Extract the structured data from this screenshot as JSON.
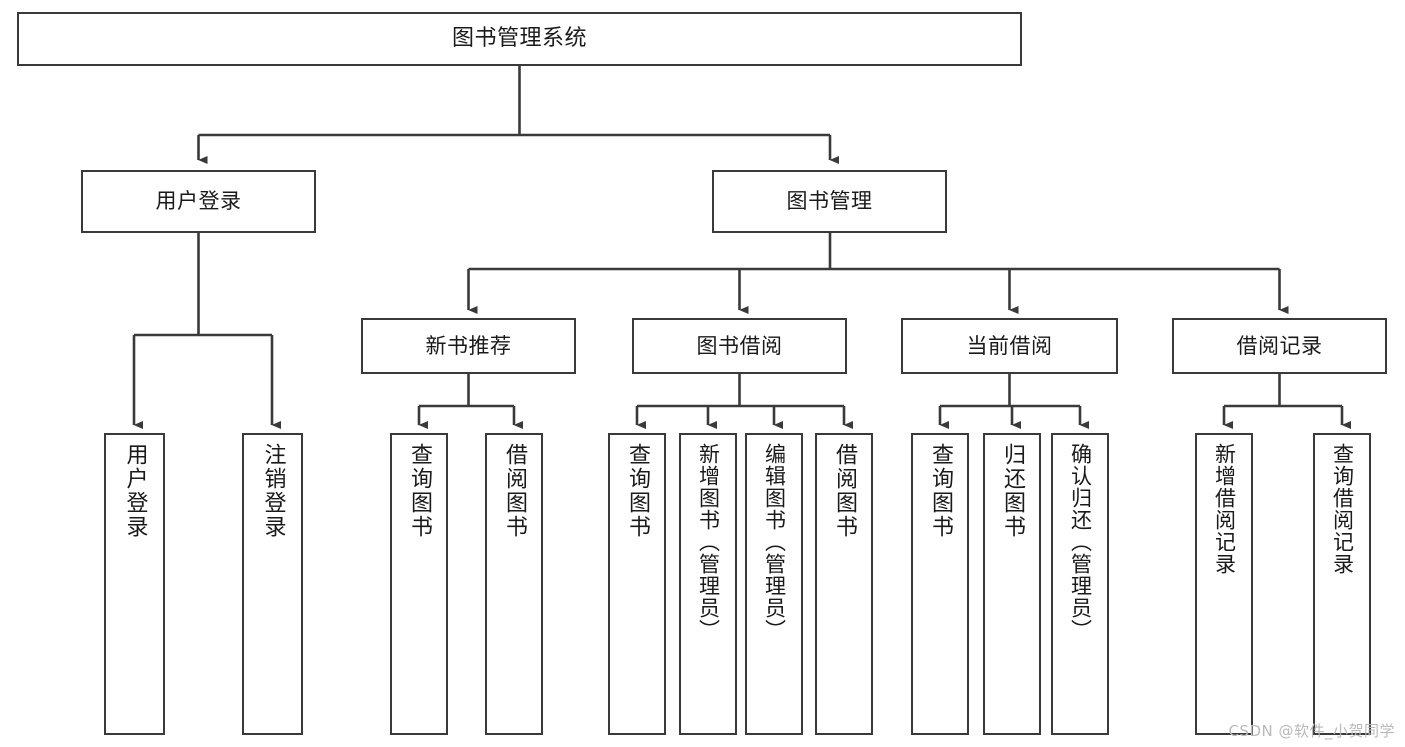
{
  "diagram": {
    "title": "图书管理系统",
    "watermark": "CSDN @软件_小贺同学",
    "stroke_color": "#3a3a3a",
    "background_color": "#ffffff",
    "text_color": "#1a1a1a",
    "levels": {
      "root": {
        "label": "图书管理系统"
      },
      "level2": [
        {
          "label": "用户登录"
        },
        {
          "label": "图书管理"
        }
      ],
      "level3": [
        {
          "label": "新书推荐"
        },
        {
          "label": "图书借阅"
        },
        {
          "label": "当前借阅"
        },
        {
          "label": "借阅记录"
        }
      ],
      "leaves": {
        "user_login": [
          {
            "label": "用户登录"
          },
          {
            "label": "注销登录"
          }
        ],
        "new_book_recommend": [
          {
            "label": "查询图书"
          },
          {
            "label": "借阅图书"
          }
        ],
        "book_borrow": [
          {
            "label": "查询图书"
          },
          {
            "label": "新增图书（管理员）"
          },
          {
            "label": "编辑图书（管理员）"
          },
          {
            "label": "借阅图书"
          }
        ],
        "current_borrow": [
          {
            "label": "查询图书"
          },
          {
            "label": "归还图书"
          },
          {
            "label": "确认归还（管理员）"
          }
        ],
        "borrow_record": [
          {
            "label": "新增借阅记录"
          },
          {
            "label": "查询借阅记录"
          }
        ]
      }
    }
  }
}
